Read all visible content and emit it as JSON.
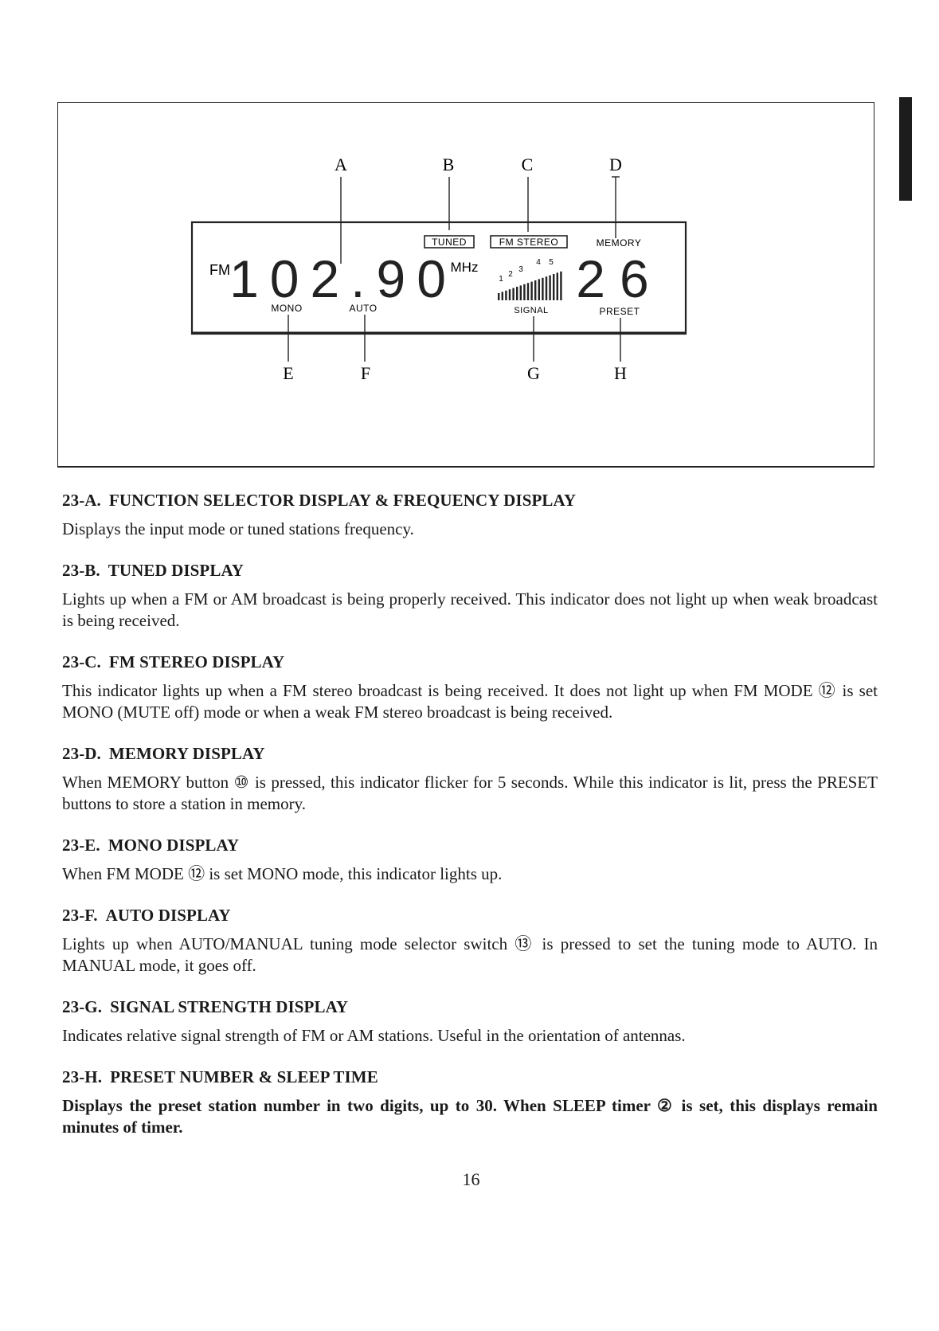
{
  "figure": {
    "callouts": {
      "top": [
        "A",
        "B",
        "C",
        "D"
      ],
      "bottom": [
        "E",
        "F",
        "G",
        "H"
      ]
    },
    "display": {
      "band": "FM",
      "frequency": "102.90",
      "unit": "MHz",
      "preset": "26",
      "tuned": "TUNED",
      "fm_stereo": "FM STEREO",
      "memory": "MEMORY",
      "mono": "MONO",
      "auto": "AUTO",
      "signal": "SIGNAL",
      "preset_label": "PRESET",
      "signal_levels": [
        "1",
        "2",
        "3",
        "4",
        "5"
      ]
    }
  },
  "sections": [
    {
      "number": "23-A.",
      "title": "FUNCTION SELECTOR DISPLAY & FREQUENCY DISPLAY",
      "text": "Displays the input mode or tuned stations frequency."
    },
    {
      "number": "23-B.",
      "title": "TUNED DISPLAY",
      "text": "Lights up when a FM or AM broadcast is being properly received. This indicator does not light up when weak broadcast is being received."
    },
    {
      "number": "23-C.",
      "title": "FM STEREO DISPLAY",
      "text": "This indicator lights up when a FM stereo broadcast is being received. It does not light up when FM MODE ⑫ is set MONO (MUTE off) mode or when a weak FM stereo broadcast is being received."
    },
    {
      "number": "23-D.",
      "title": "MEMORY DISPLAY",
      "text": "When MEMORY button ⑩ is pressed, this indicator flicker for 5 seconds. While this indicator is lit, press the PRESET buttons to store a station in memory."
    },
    {
      "number": "23-E.",
      "title": "MONO DISPLAY",
      "text": "When FM MODE ⑫ is set MONO mode, this indicator lights up."
    },
    {
      "number": "23-F.",
      "title": "AUTO DISPLAY",
      "text": "Lights up when AUTO/MANUAL tuning mode selector switch ⑬ is pressed to set the tuning mode to AUTO. In MANUAL mode, it goes off."
    },
    {
      "number": "23-G.",
      "title": "SIGNAL STRENGTH DISPLAY",
      "text": "Indicates relative signal strength of FM or AM stations. Useful in the orientation of antennas."
    },
    {
      "number": "23-H.",
      "title": "PRESET NUMBER & SLEEP TIME",
      "text": "Displays the preset station number in two digits, up to 30. When SLEEP timer ② is set, this displays remain minutes of timer."
    }
  ],
  "page_number": "16"
}
